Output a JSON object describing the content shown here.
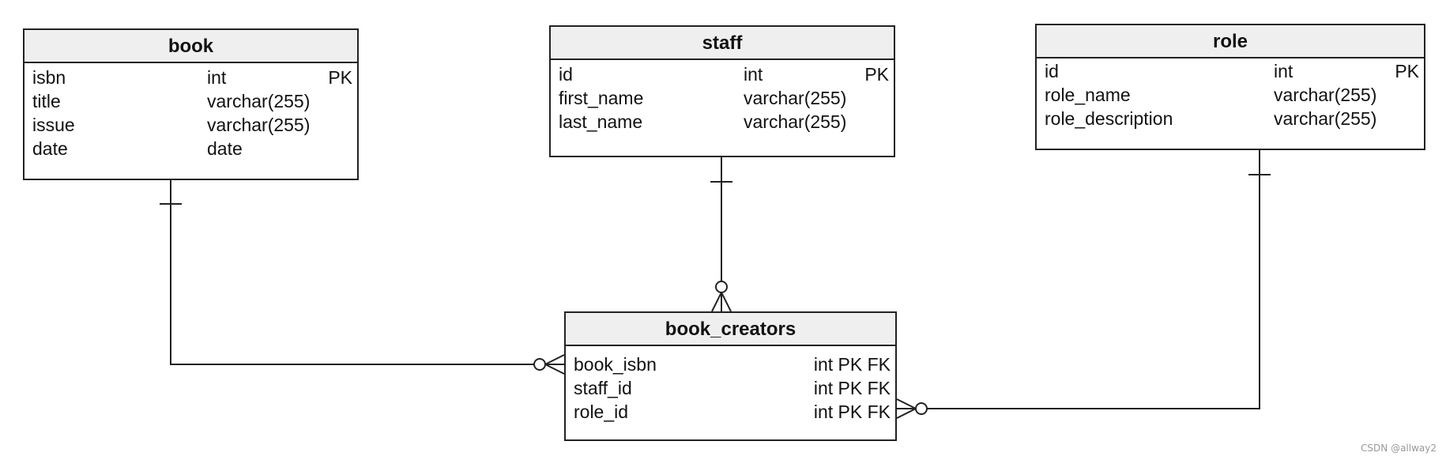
{
  "diagram": {
    "entities": [
      {
        "id": "book",
        "title": "book",
        "rows": [
          {
            "name": "isbn",
            "type": "int",
            "key": "PK"
          },
          {
            "name": "title",
            "type": "varchar(255)",
            "key": ""
          },
          {
            "name": "issue",
            "type": "varchar(255)",
            "key": ""
          },
          {
            "name": "date",
            "type": "date",
            "key": ""
          }
        ]
      },
      {
        "id": "staff",
        "title": "staff",
        "rows": [
          {
            "name": "id",
            "type": "int",
            "key": "PK"
          },
          {
            "name": "first_name",
            "type": "varchar(255)",
            "key": ""
          },
          {
            "name": "last_name",
            "type": "varchar(255)",
            "key": ""
          }
        ]
      },
      {
        "id": "role",
        "title": "role",
        "rows": [
          {
            "name": "id",
            "type": "int",
            "key": "PK"
          },
          {
            "name": "role_name",
            "type": "varchar(255)",
            "key": ""
          },
          {
            "name": "role_description",
            "type": "varchar(255)",
            "key": ""
          }
        ]
      },
      {
        "id": "book_creators",
        "title": "book_creators",
        "rows": [
          {
            "name": "book_isbn",
            "type": "",
            "key": "int PK FK"
          },
          {
            "name": "staff_id",
            "type": "",
            "key": "int PK FK"
          },
          {
            "name": "role_id",
            "type": "",
            "key": "int PK FK"
          }
        ]
      }
    ],
    "relationships": [
      {
        "from": "book",
        "to": "book_creators",
        "from_cardinality": "one",
        "to_cardinality": "zero-or-many"
      },
      {
        "from": "staff",
        "to": "book_creators",
        "from_cardinality": "one",
        "to_cardinality": "zero-or-many"
      },
      {
        "from": "role",
        "to": "book_creators",
        "from_cardinality": "one",
        "to_cardinality": "zero-or-many"
      }
    ]
  },
  "watermark": "CSDN @allway2"
}
